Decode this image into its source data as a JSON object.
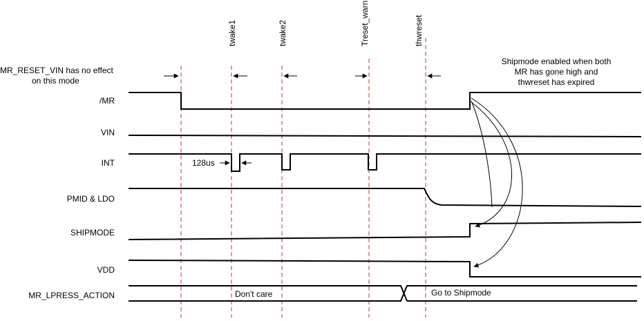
{
  "signals": {
    "mr": "/MR",
    "vin": "VIN",
    "int": "INT",
    "pmid_ldo": "PMID & LDO",
    "shipmode": "SHIPMODE",
    "vdd": "VDD",
    "mr_lpress_action": "MR_LPRESS_ACTION"
  },
  "timing_markers": {
    "twake1": "twake1",
    "twake2": "twake2",
    "treset_warn": "Treset_warn",
    "thwreset": "thwreset"
  },
  "notes": {
    "mr_reset_vin_line1": "MR_RESET_VIN has no effect",
    "mr_reset_vin_line2": "on this mode",
    "shipmode_line1": "Shipmode enabled when both",
    "shipmode_line2": "MR has gone high and",
    "shipmode_line3": "thwreset has expired",
    "pulse_width": "128us",
    "dont_care": "Don't care",
    "go_to_shipmode": "Go to Shipmode"
  },
  "colors": {
    "guide_line": "#c0392b",
    "waveform": "#000000"
  }
}
